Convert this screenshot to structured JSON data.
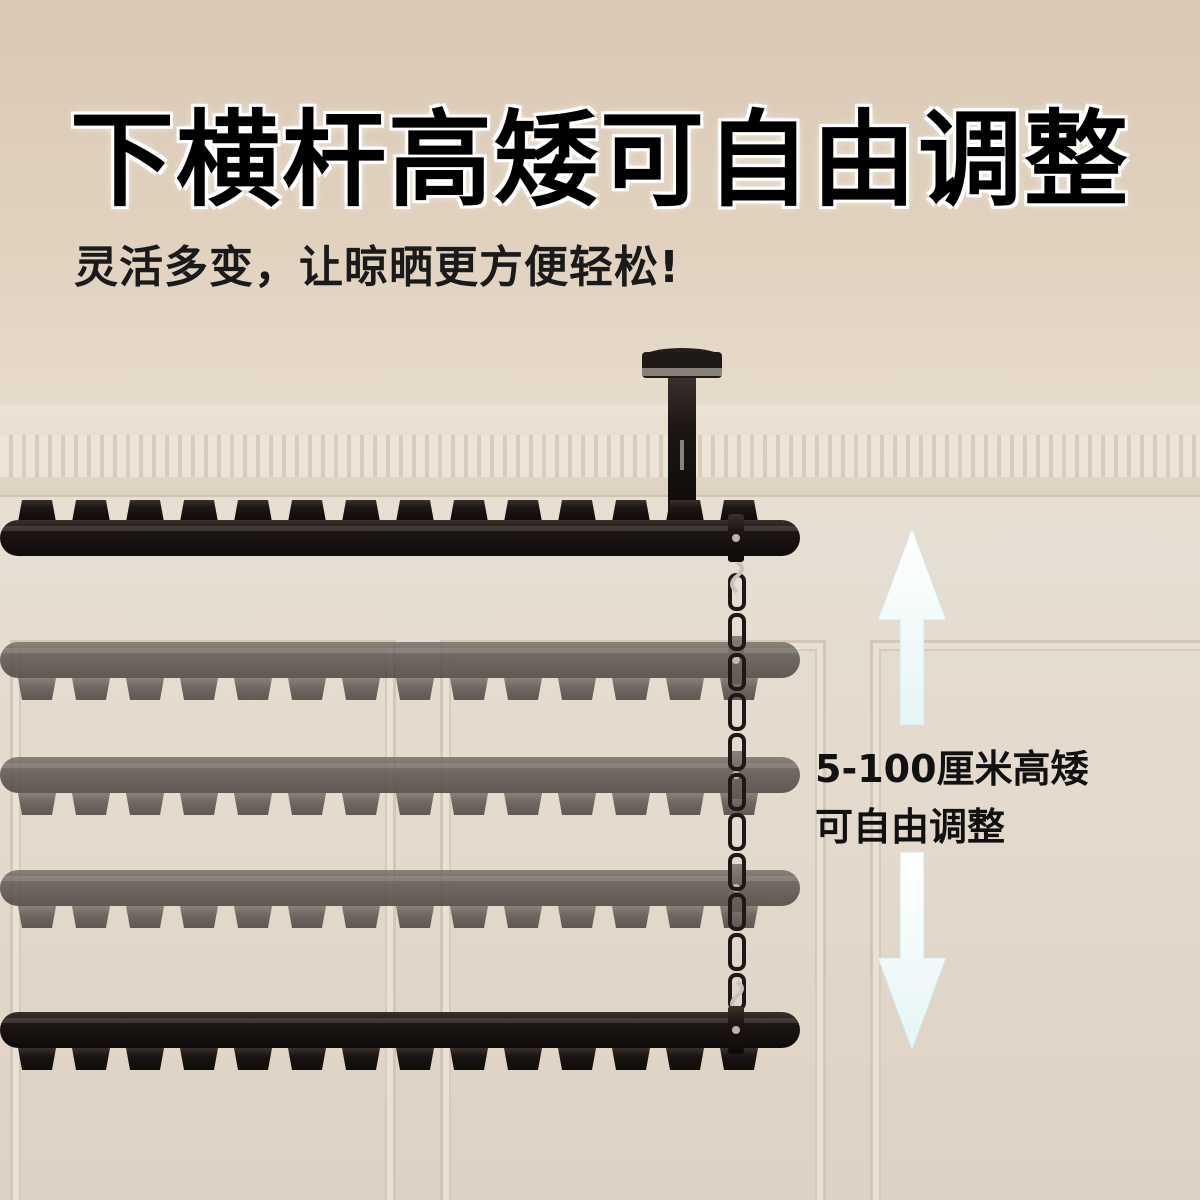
{
  "headline": "下横杆高矮可自由调整",
  "subheadline": "灵活多变，让晾晒更方便轻松!",
  "annotation": {
    "line1": "5-100厘米高矮",
    "line2": "可自由调整"
  },
  "colors": {
    "ceiling": "#dccab5",
    "wall": "#e3d9cc",
    "rod": "#1c1614",
    "ghost_rod": "#5c5550",
    "arrow": "#f4fbfb"
  }
}
